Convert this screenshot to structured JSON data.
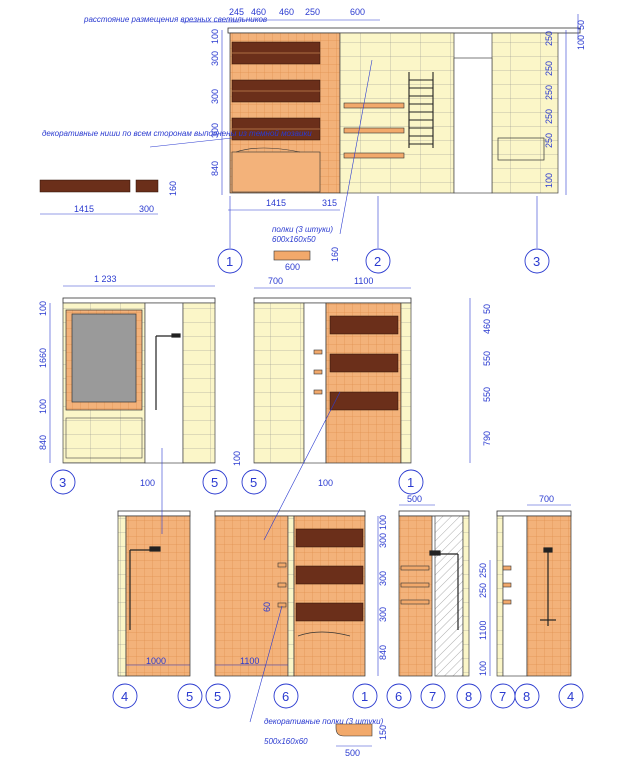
{
  "notes": {
    "lights": "расстояние размещения врезных светильников",
    "niches": "декоративные ниши по всем сторонам выполнены из темной мозаики",
    "shelves_title": "полки (3 штуки)",
    "shelves_size": "600х160х50",
    "deco_shelves_title": "декоративные полки (3 штуки)",
    "deco_shelves_size": "500х160х60"
  },
  "view1": {
    "top_dims": [
      "245",
      "460",
      "460",
      "250",
      "600"
    ],
    "left_dims": [
      "100",
      "300",
      "300",
      "300",
      "840"
    ],
    "right_dims": [
      "50",
      "100",
      "250",
      "250",
      "250",
      "250",
      "250",
      "100"
    ],
    "bottom_dims": [
      "1415",
      "315"
    ],
    "niche_dims": [
      "1415",
      "300",
      "160"
    ],
    "axes": [
      "1",
      "2",
      "3"
    ],
    "shelf_dims": [
      "600",
      "160"
    ]
  },
  "view2": {
    "top_dim": "1 233",
    "left_dims": [
      "100",
      "1660",
      "100",
      "840"
    ],
    "bottom_dims": [
      "100",
      "100"
    ],
    "axes": [
      "3",
      "5"
    ]
  },
  "view3": {
    "top_dims": [
      "700",
      "1100"
    ],
    "right_dims": [
      "50",
      "460",
      "550",
      "550",
      "790"
    ],
    "bottom_dim": "100",
    "axes": [
      "5",
      "1"
    ]
  },
  "view4": {
    "bottom_dim": "1000",
    "axes": [
      "4",
      "5"
    ]
  },
  "view5": {
    "right_dims": [
      "100",
      "300",
      "300",
      "300",
      "840"
    ],
    "bottom_dim": "1100",
    "angle_label": "60",
    "axes": [
      "5",
      "6",
      "1"
    ]
  },
  "view6": {
    "top_dim": "500",
    "axes": [
      "6",
      "7",
      "8"
    ]
  },
  "view7": {
    "top_dim": "700",
    "left_dims": [
      "250",
      "250",
      "1100",
      "100"
    ],
    "axes": [
      "7",
      "8",
      "4"
    ]
  },
  "deco_dims": [
    "500",
    "150"
  ]
}
